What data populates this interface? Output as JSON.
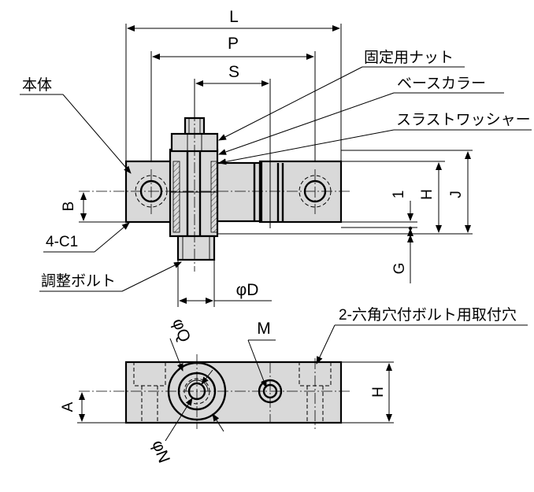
{
  "dimensions": {
    "L": "L",
    "P": "P",
    "S": "S",
    "B": "B",
    "one": "1",
    "H": "H",
    "J": "J",
    "G": "G",
    "phiD": "φD",
    "phiQ": "φQ",
    "phiN": "φN",
    "M": "M",
    "A": "A",
    "H2": "H"
  },
  "labels": {
    "body": "本体",
    "fixing_nut": "固定用ナット",
    "base_collar": "ベースカラー",
    "thrust_washer": "スラストワッシャー",
    "chamfer": "4-C1",
    "adjusting_bolt": "調整ボルト",
    "mounting_holes": "2-六角穴付ボルト用取付穴"
  }
}
